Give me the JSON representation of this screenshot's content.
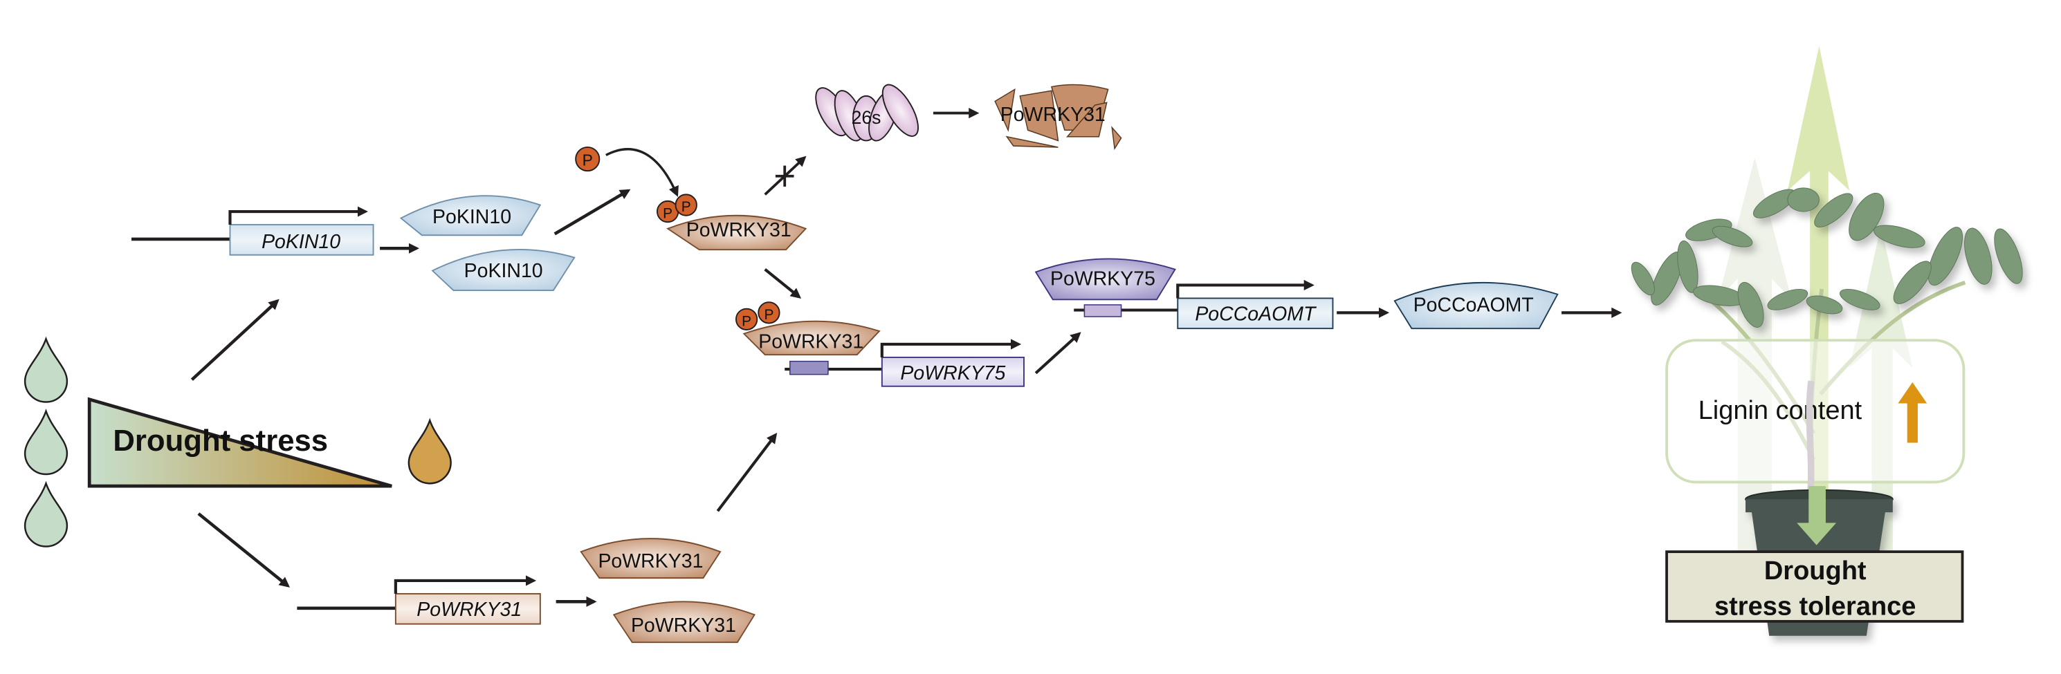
{
  "stress": {
    "label": "Drought stress"
  },
  "genes": {
    "kin10": "PoKIN10",
    "wrky31": "PoWRKY31",
    "wrky75": "PoWRKY75",
    "ccoaomt": "PoCCoAOMT"
  },
  "proteins": {
    "kin10_a": "PoKIN10",
    "kin10_b": "PoKIN10",
    "wrky31_p": "PoWRKY31",
    "wrky31_bound": "PoWRKY31",
    "wrky31_a": "PoWRKY31",
    "wrky31_b": "PoWRKY31",
    "wrky75": "PoWRKY75",
    "ccoaomt": "PoCCoAOMT",
    "wrky31_degraded": "PoWRKY31"
  },
  "phospho": {
    "label": "P"
  },
  "proteasome": {
    "label": "26s"
  },
  "outcome": {
    "lignin": "Lignin content",
    "tolerance_line1": "Drought",
    "tolerance_line2": "stress tolerance"
  },
  "colors": {
    "kin10": "#c9dcea",
    "wrky31": "#c99b7c",
    "wrky75": "#a59ccc",
    "ccoaomt": "#c9dcea",
    "phospho": "#d2622a",
    "proteasome": "#e2c6e0",
    "drop_wet": "#c4dcc8",
    "drop_dry": "#d1a14d",
    "lignin_arrow": "#dc9412",
    "tolerance_box": "#e5e4d2"
  }
}
